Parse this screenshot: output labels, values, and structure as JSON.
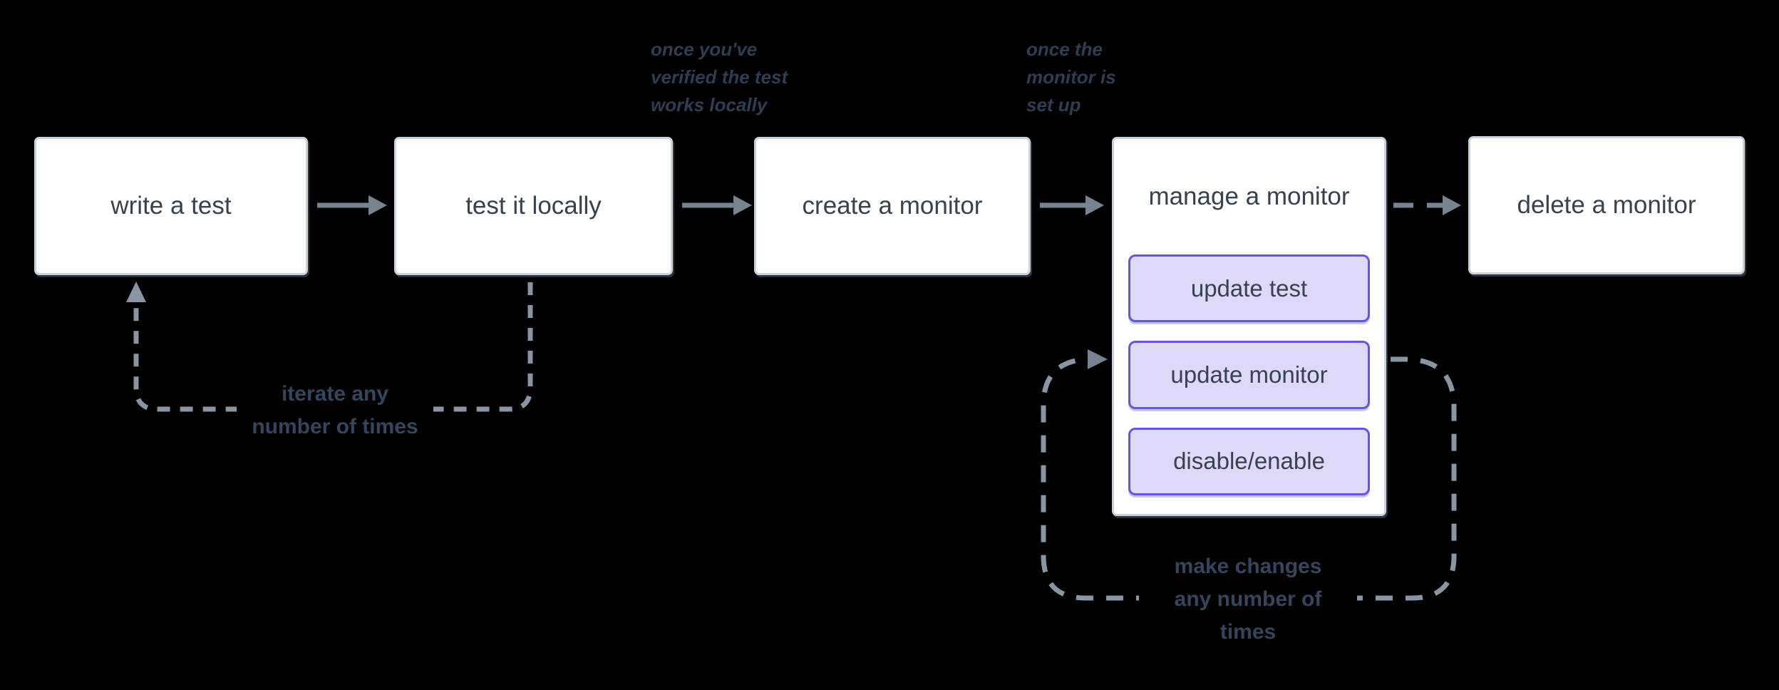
{
  "colors": {
    "background": "#000000",
    "node_fill": "#ffffff",
    "node_border": "#c9d3dd",
    "node_text": "#36424f",
    "action_fill": "#ded9f8",
    "action_border": "#6356e2",
    "solid_arrow": "#77838f",
    "dashed_line": "#8895a3",
    "loop_label_text": "#34455c",
    "annotation_text": "#2e3d50"
  },
  "nodes": {
    "write_test": {
      "label": "write a test"
    },
    "test_locally": {
      "label": "test it locally"
    },
    "create_monitor": {
      "label": "create a monitor"
    },
    "manage_monitor": {
      "label": "manage a monitor",
      "actions": {
        "update_test": "update test",
        "update_monitor": "update monitor",
        "disable_enable": "disable/enable"
      }
    },
    "delete_monitor": {
      "label": "delete a monitor"
    }
  },
  "annotations": {
    "verified_locally": {
      "line1": "once you've",
      "line2": "verified the test",
      "line3": "works locally"
    },
    "monitor_set_up": {
      "line1": "once the",
      "line2": "monitor is",
      "line3": "set up"
    }
  },
  "loop_labels": {
    "iterate": {
      "line1": "iterate any",
      "line2": "number of times"
    },
    "make_changes": {
      "line1": "make changes",
      "line2": "any number of",
      "line3": "times"
    }
  }
}
